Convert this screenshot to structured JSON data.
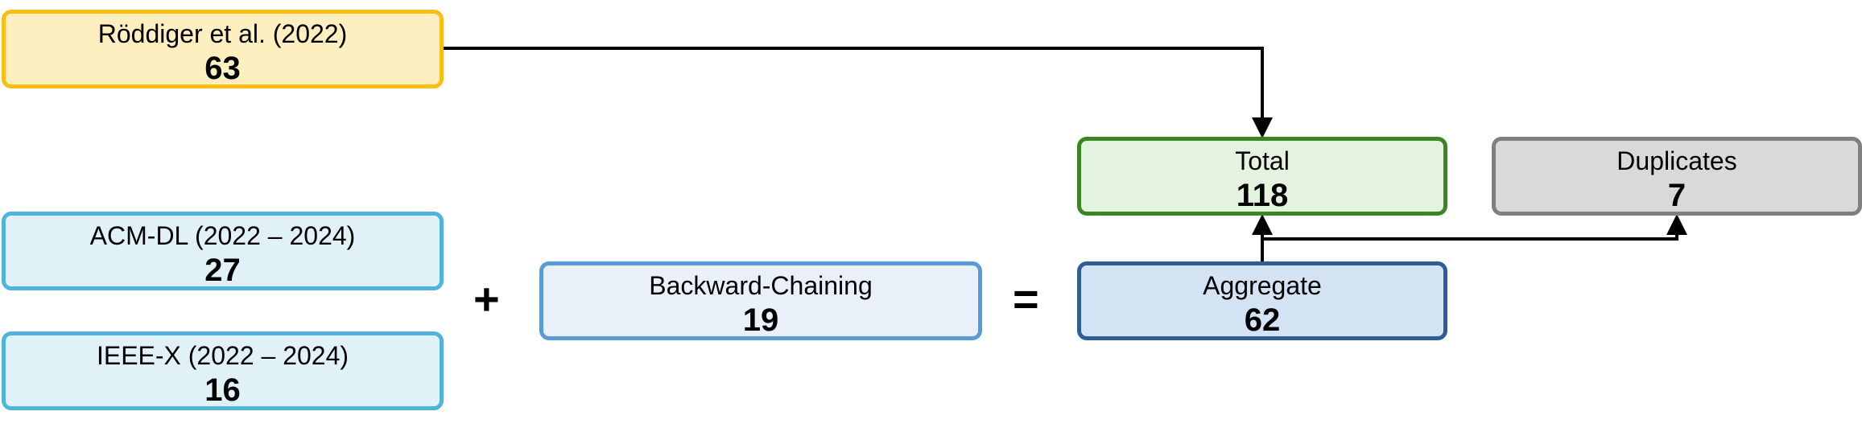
{
  "sources": {
    "roddiger": {
      "label": "Röddiger et al. (2022)",
      "value": "63"
    },
    "acm": {
      "label": "ACM-DL (2022 – 2024)",
      "value": "27"
    },
    "ieee": {
      "label": "IEEE-X (2022 – 2024)",
      "value": "16"
    }
  },
  "backward": {
    "label": "Backward-Chaining",
    "value": "19"
  },
  "aggregate": {
    "label": "Aggregate",
    "value": "62"
  },
  "total": {
    "label": "Total",
    "value": "118"
  },
  "duplicates": {
    "label": "Duplicates",
    "value": "7"
  },
  "operators": {
    "plus": "+",
    "equals": "="
  },
  "colors": {
    "roddiger_fill": "#fdefc0",
    "roddiger_border": "#fbbd12",
    "db_fill": "#e0f2f8",
    "db_border": "#4fb3dc",
    "backward_fill": "#e9f0f9",
    "backward_border": "#5b9bd5",
    "aggregate_fill": "#d3e3f4",
    "aggregate_border": "#2d5e96",
    "total_fill": "#e3f3df",
    "total_border": "#3d8524",
    "duplicates_fill": "#d9d9d9",
    "duplicates_border": "#7f7f7f",
    "arrow": "#000000"
  }
}
